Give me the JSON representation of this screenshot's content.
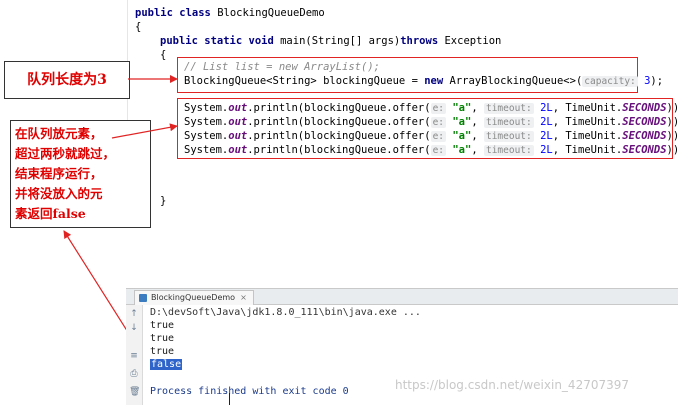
{
  "editor": {
    "lines": {
      "class_decl_kw": "public class ",
      "class_decl_name": "BlockingQueueDemo",
      "open_brace": "{",
      "main_kw1": "public static void ",
      "main_sig": "main(String[] args)",
      "main_throws": "throws ",
      "main_exc": "Exception",
      "main_open": "{",
      "comment": "// List list = new ArrayList();",
      "decl_type": "BlockingQueue<String> blockingQueue = ",
      "decl_new": "new ",
      "decl_ctor": "ArrayBlockingQueue<>(",
      "decl_hint": "capacity:",
      "decl_num": "3",
      "decl_end": ");",
      "main_close": "}",
      "class_close": "}"
    },
    "offer_line": {
      "prefix": "System.",
      "out": "out",
      "call": ".println(blockingQueue.offer(",
      "hint_e": "e:",
      "arg_a": "\"a\"",
      "comma": ", ",
      "hint_timeout": "timeout:",
      "arg_2l": "2L",
      "unit_prefix": ", TimeUnit.",
      "unit": "SECONDS",
      "suffix": "));;"
    }
  },
  "annotations": {
    "capacity_note": "队列长度为3",
    "timeout_note": "在队列放元素，\n超过两秒就跳过，\n结束程序运行，\n并将没放入的元\n素返回false"
  },
  "console": {
    "tab_label": "BlockingQueueDemo",
    "tab_close": "×",
    "command": "D:\\devSoft\\Java\\jdk1.8.0_111\\bin\\java.exe ...",
    "outputs": [
      "true",
      "true",
      "true",
      "false"
    ],
    "exit_message": "Process finished with exit code 0",
    "toolbar_icons": [
      "up-arrow-icon",
      "down-arrow-icon",
      "soft-wrap-icon",
      "print-icon",
      "trash-icon"
    ]
  },
  "watermark": "https://blog.csdn.net/weixin_42707397",
  "colors": {
    "annotation_red": "#e00000",
    "box_red": "#e02424",
    "keyword": "#000080",
    "string": "#008000",
    "number": "#0000ff",
    "selection": "#2f65ca"
  }
}
